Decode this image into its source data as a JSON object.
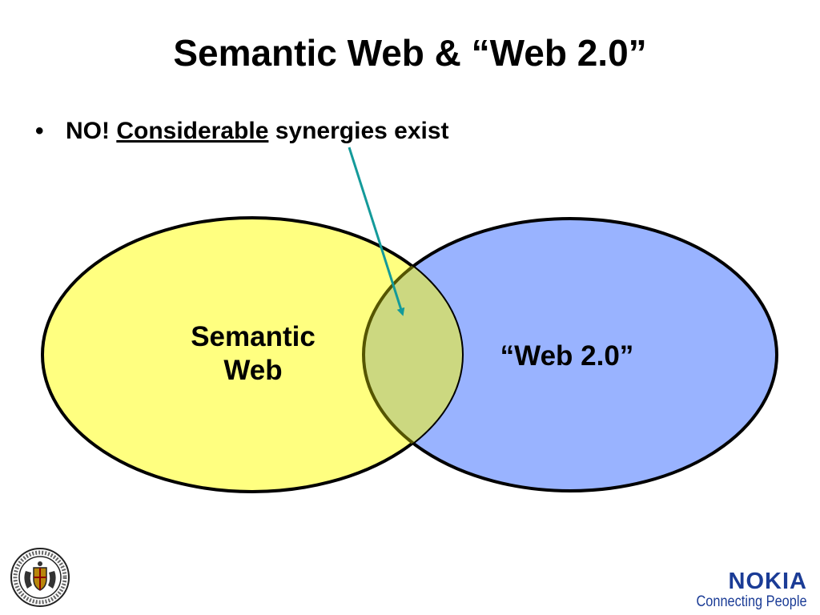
{
  "slide": {
    "title": "Semantic Web & “Web 2.0”",
    "bullet": {
      "prefix": "NO! ",
      "emphasis": "Considerable",
      "suffix": " synergies exist"
    }
  },
  "venn": {
    "sets": [
      {
        "label_line1": "Semantic",
        "label_line2": "Web",
        "fill": "#ffff80"
      },
      {
        "label": "“Web 2.0”",
        "fill": "#99b3ff"
      }
    ],
    "overlap_fill": "#ccd880",
    "arrow_color": "#149a9a"
  },
  "footer": {
    "seal_icon": "university-seal-icon",
    "brand_name": "NOKIA",
    "brand_tagline": "Connecting People"
  }
}
